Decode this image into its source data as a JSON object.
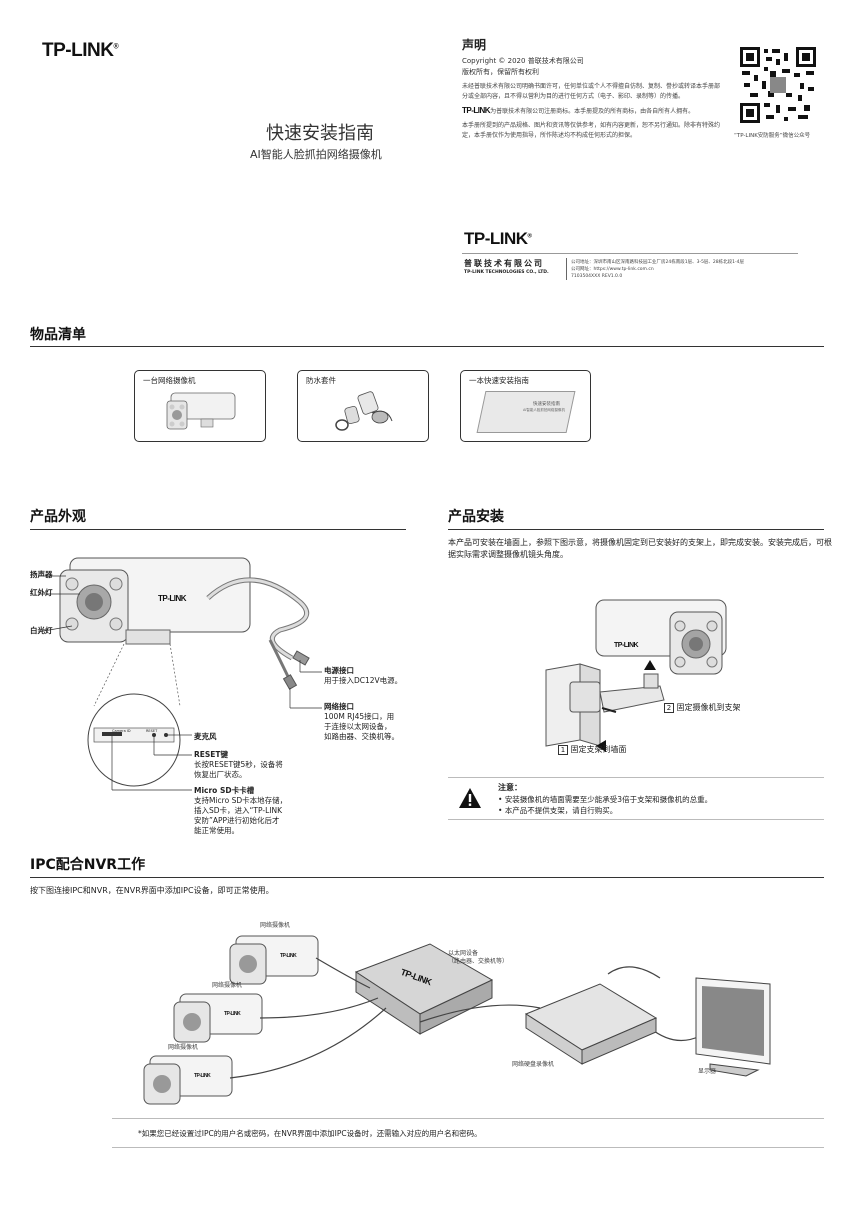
{
  "cover": {
    "logo": "TP-LINK",
    "logo_mark": "®",
    "title": "快速安装指南",
    "subtitle": "AI智能人脸抓拍网络摄像机"
  },
  "statement": {
    "title": "声明",
    "copyright": "Copyright © 2020 普联技术有限公司",
    "rights": "版权所有，保留所有权利",
    "p1": "未经普联技术有限公司明确书面许可，任何单位或个人不得擅自仿制、复制、誊抄或转译本手册部分或全部内容，且不得以营利为目的进行任何方式（电子、影印、录制等）的传播。",
    "p2_logo": "TP-LINK",
    "p2": "为普联技术有限公司注册商标。本手册提及的所有商标，由各自所有人拥有。",
    "p3": "本手册所提到的产品规格、图片和资讯等仅供参考，如有内容更新，恕不另行通知。除非有特殊约定，本手册仅作为使用指导，所作陈述均不构成任何形式的担保。",
    "qr_caption": "“TP-LINK安防服务”微信公众号"
  },
  "company": {
    "logo": "TP-LINK",
    "name_cn": "普联技术有限公司",
    "name_en": "TP-LINK TECHNOLOGIES CO., LTD.",
    "address": "公司地址：深圳市南山区深南路科技园工业厂房24栋南段1层、3-5层、28栋北段1-4层",
    "website": "公司网址：https://www.tp-link.com.cn",
    "code": "7103504XXX    REV1.0.0"
  },
  "contents": {
    "title": "物品清单",
    "items": [
      {
        "label": "一台网络摄像机"
      },
      {
        "label": "防水套件"
      },
      {
        "label": "一本快速安装指南"
      }
    ],
    "guide_cover_title": "快速安装指南",
    "guide_cover_sub": "AI智能人脸抓拍网络摄像机"
  },
  "appearance": {
    "title": "产品外观",
    "speaker": "扬声器",
    "ir_light": "红外灯",
    "white_light": "白光灯",
    "camera_brand": "TP-LINK",
    "power_title": "电源接口",
    "power_desc": "用于接入DC12V电源。",
    "net_title": "网络接口",
    "net_desc1": "100M RJ45接口，用",
    "net_desc2": "于连接以太网设备，",
    "net_desc3": "如路由器、交换机等。",
    "mic_title": "麦克风",
    "reset_title": "RESET键",
    "reset_desc1": "长按RESET键5秒，设备将",
    "reset_desc2": "恢复出厂状态。",
    "sd_title": "Micro SD卡卡槽",
    "sd_desc1": "支持Micro SD卡本地存储，",
    "sd_desc2": "插入SD卡，进入“TP-LINK",
    "sd_desc3": "安防”APP进行初始化后才",
    "sd_desc4": "能正常使用。",
    "panel_sd": "Camera ID",
    "panel_reset": "RESET"
  },
  "install": {
    "title": "产品安装",
    "desc": "本产品可安装在墙面上，参照下图示意，将摄像机固定到已安装好的支架上，即完成安装。安装完成后，可根据实际需求调整摄像机镜头角度。",
    "step1_num": "1",
    "step1": "固定支架到墙面",
    "step2_num": "2",
    "step2": "固定摄像机到支架",
    "camera_brand": "TP-LINK",
    "note_title": "注意：",
    "notes": [
      "安装摄像机的墙面需要至少能承受3倍于支架和摄像机的总重。",
      "本产品不提供支架，请自行购买。"
    ]
  },
  "nvr": {
    "title": "IPC配合NVR工作",
    "desc": "按下图连接IPC和NVR，在NVR界面中添加IPC设备，即可正常使用。",
    "cam_label": "网络摄像机",
    "camera_brand": "TP-LINK",
    "switch_label1": "以太网设备",
    "switch_label2": "（路由器、交换机等）",
    "switch_brand": "TP-LINK",
    "nvr_label": "网络硬盘录像机",
    "monitor_label": "显示器",
    "footnote": "*如果您已经设置过IPC的用户名或密码，在NVR界面中添加IPC设备时，还需输入对应的用户名和密码。"
  }
}
